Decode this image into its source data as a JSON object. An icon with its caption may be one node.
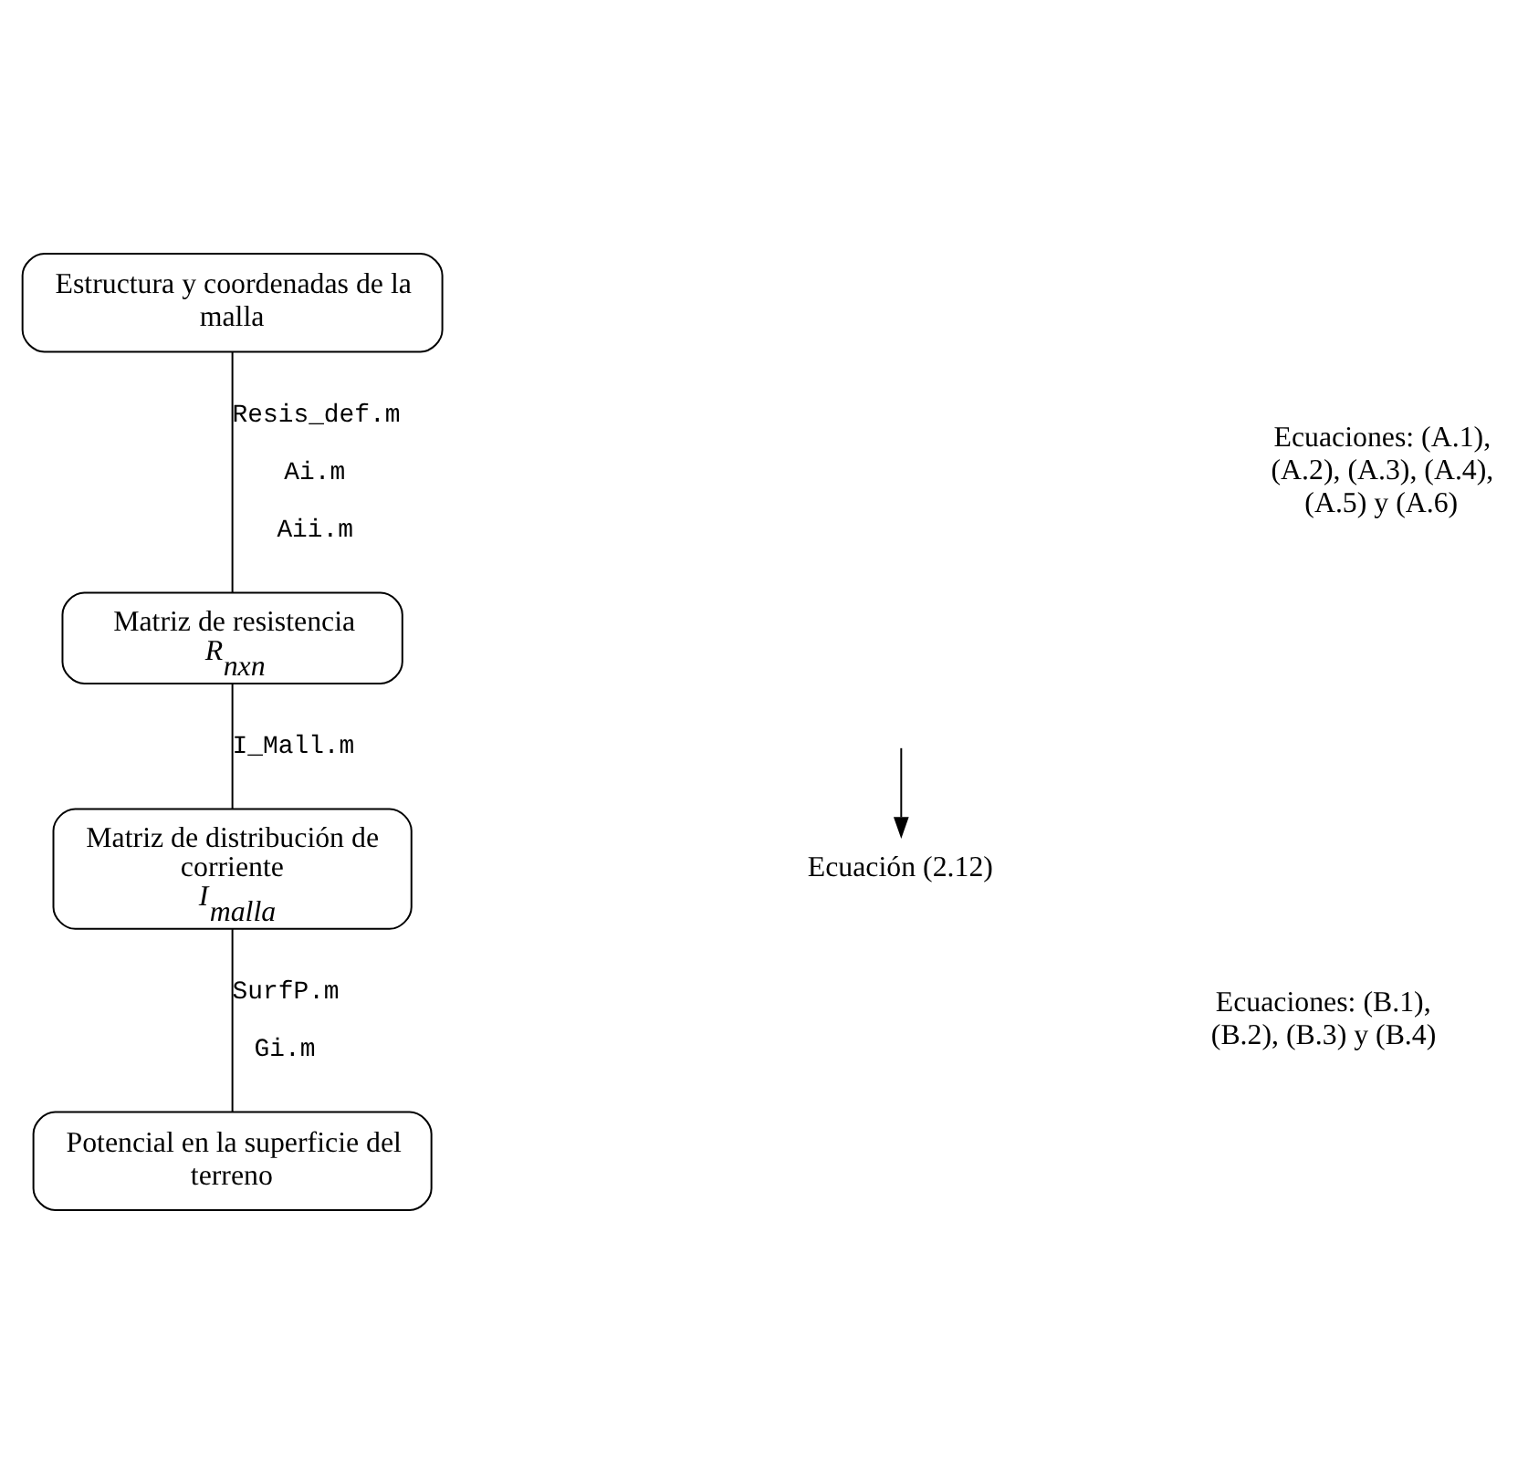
{
  "diagram": {
    "nodes": [
      {
        "text": [
          "Estructura y coordenadas de la malla"
        ]
      },
      {
        "text": [
          "Matriz de resistencia",
          "R$_{nxn}$"
        ]
      },
      {
        "text": [
          "Matriz de distribución de corriente",
          "I$_{malla}$"
        ]
      },
      {
        "text": [
          "Potencial en la superficie del terreno"
        ]
      },
      {
        "text": [
          "Ecuación (2.12)"
        ]
      }
    ],
    "edges": [
      {
        "from": 0,
        "to": 1,
        "arrow": "none",
        "label": "Resis_def.m Ai.m Aii.m"
      },
      {
        "from": 1,
        "to": 2,
        "arrow": "none",
        "label": "I_Mall.m"
      },
      {
        "from": 2,
        "to": 3,
        "arrow": "none",
        "label": "SurfP.m Gi.m"
      },
      {
        "from": null,
        "to": 4,
        "arrow": "to"
      }
    ],
    "labels": [
      "Ecuaciones: (A.1), (A.2), (A.3), (A.4), (A.5) y (A.6)",
      "Ecuaciones: (B.1), (B.2), (B.3) y (B.4)"
    ]
  }
}
